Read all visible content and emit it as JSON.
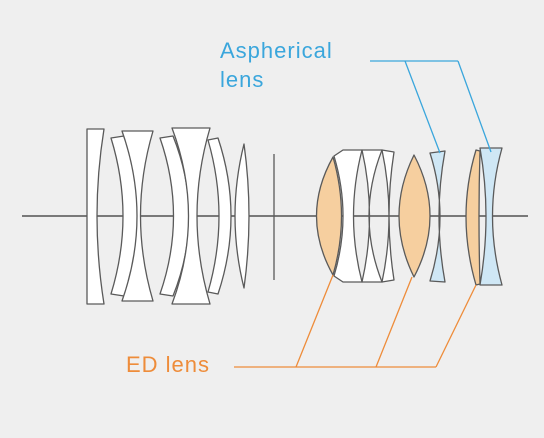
{
  "labels": {
    "aspherical_line1": "Aspherical",
    "aspherical_line2": "lens",
    "ed": "ED lens"
  },
  "colors": {
    "background": "#efefef",
    "lens_outline": "#5a5a5a",
    "lens_fill": "#ffffff",
    "axis": "#333333",
    "aspherical": "#3aa6dc",
    "aspherical_fill": "#cfe7f5",
    "ed": "#ee8c3a",
    "ed_fill": "#f6cf9f"
  }
}
